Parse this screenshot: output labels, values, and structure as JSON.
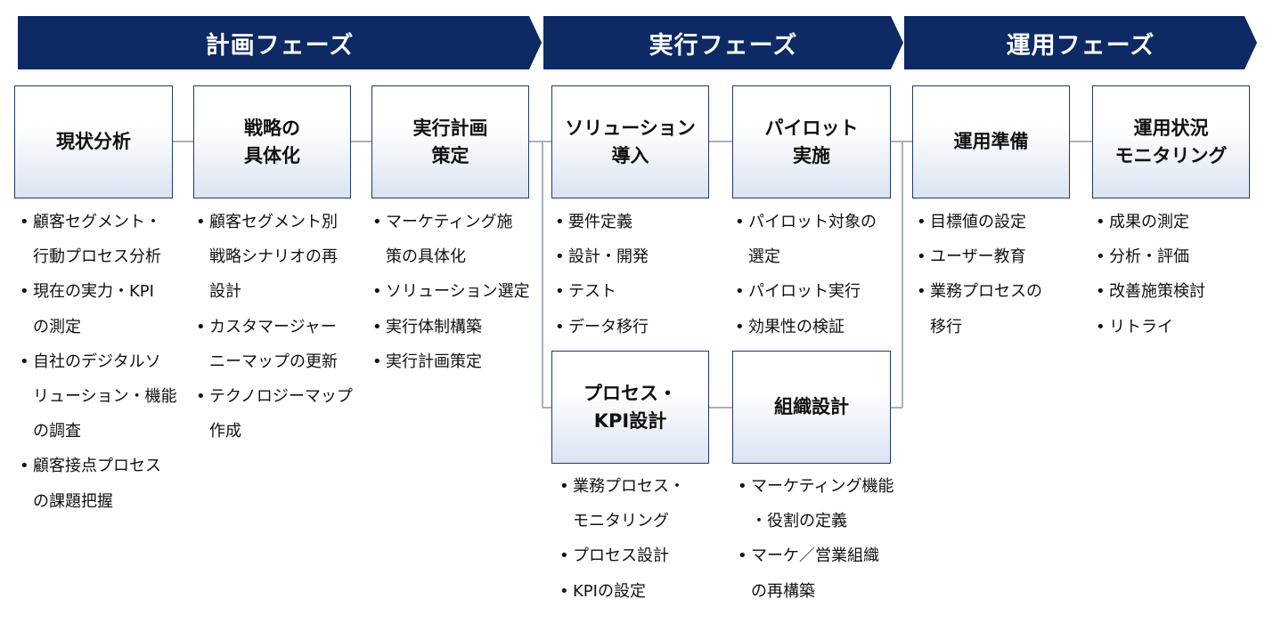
{
  "phases": [
    {
      "label": "計画フェーズ"
    },
    {
      "label": "実行フェーズ"
    },
    {
      "label": "運用フェーズ"
    }
  ],
  "steps": [
    {
      "title": "現状分析",
      "bullets": [
        "顧客セグメント・\n行動プロセス分析",
        "現在の実力・KPI\nの測定",
        "自社のデジタルソ\nリューション・機能\nの調査",
        "顧客接点プロセス\nの課題把握"
      ]
    },
    {
      "title": "戦略の\n具体化",
      "bullets": [
        "顧客セグメント別\n戦略シナリオの再\n設計",
        "カスタマージャー\nニーマップの更新",
        "テクノロジーマップ\n作成"
      ]
    },
    {
      "title": "実行計画\n策定",
      "bullets": [
        "マーケティング施\n策の具体化",
        "ソリューション選定",
        "実行体制構築",
        "実行計画策定"
      ]
    },
    {
      "title": "ソリューション\n導入",
      "bullets": [
        "要件定義",
        "設計・開発",
        "テスト",
        "データ移行"
      ]
    },
    {
      "title": "パイロット\n実施",
      "bullets": [
        "パイロット対象の\n選定",
        "パイロット実行",
        "効果性の検証"
      ]
    },
    {
      "title": "プロセス・\nKPI設計",
      "bullets": [
        "業務プロセス・\nモニタリング",
        "プロセス設計",
        "KPIの設定"
      ]
    },
    {
      "title": "組織設計",
      "bullets": [
        "マーケティング機能\n・役割の定義",
        "マーケ／営業組織\nの再構築"
      ]
    },
    {
      "title": "運用準備",
      "bullets": [
        "目標値の設定",
        "ユーザー教育",
        "業務プロセスの\n移行"
      ]
    },
    {
      "title": "運用状況\nモニタリング",
      "bullets": [
        "成果の測定",
        "分析・評価",
        "改善施策検討",
        "リトライ"
      ]
    }
  ]
}
